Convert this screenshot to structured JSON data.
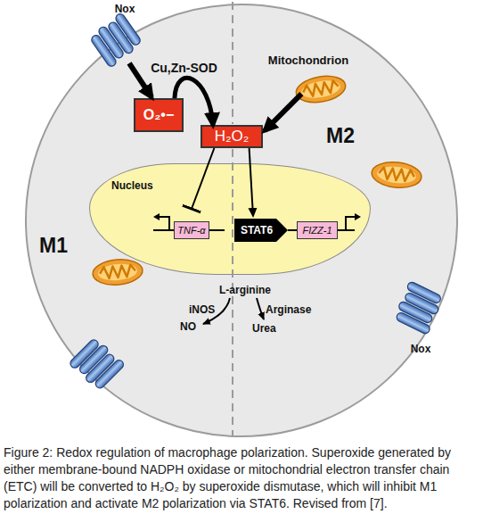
{
  "diagram": {
    "caption": "Figure 2: Redox regulation of macrophage polarization. Superoxide generated by either membrane-bound NADPH oxidase or mitochondrial electron transfer chain (ETC) will be converted to H₂O₂ by superoxide dismutase, which will inhibit M1 polarization and activate M2 polarization via STAT6. Revised from [7].",
    "nodes": [
      {
        "text": [
          "M2",
          "M1"
        ]
      },
      {
        "text": [
          "Nox"
        ]
      },
      {
        "text": [
          "O₂•−"
        ],
        "in": 0
      },
      {
        "text": [
          "Mitochondrion"
        ],
        "in": 0
      },
      {
        "text": [
          "H₂O₂"
        ],
        "in": 0
      },
      {
        "text": [
          "Nucleus"
        ],
        "in": 0
      },
      {
        "text": [
          "TNF-α"
        ],
        "in": 5
      },
      {
        "text": [
          "STAT6"
        ],
        "in": 5
      },
      {
        "text": [
          "FIZZ-1"
        ],
        "in": 5
      },
      {
        "text": [
          "Nox"
        ]
      }
    ],
    "edges": [
      {
        "from": 1,
        "to": 2,
        "arrow": "to"
      },
      {
        "from": 2,
        "to": 4,
        "arrow": "to",
        "label": "Cu,Zn-SOD"
      },
      {
        "from": 3,
        "to": 4,
        "arrow": "to"
      },
      {
        "from": 4,
        "to": 6,
        "arrow": "to"
      },
      {
        "from": 4,
        "to": 7,
        "arrow": "to"
      }
    ],
    "labels": [
      "L-arginine",
      "iNOS",
      "Arginase",
      "NO",
      "Urea"
    ]
  }
}
